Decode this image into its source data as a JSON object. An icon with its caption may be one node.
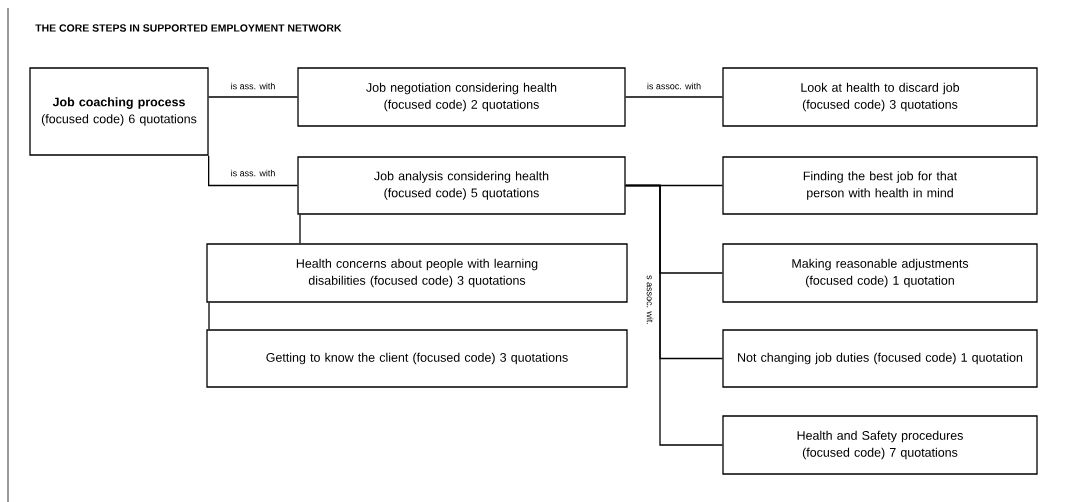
{
  "diagram": {
    "title": "THE CORE STEPS IN SUPPORTED EMPLOYMENT NETWORK",
    "nodes": [
      {
        "text": [
          "**Job coaching process** (focused code) 6 quotations"
        ]
      },
      {
        "text": [
          "Job negotiation considering health (focused code) 2 quotations"
        ]
      },
      {
        "text": [
          "Look at health to discard job (focused code) 3 quotations"
        ]
      },
      {
        "text": [
          "Job analysis considering health (focused code) 5 quotations"
        ]
      },
      {
        "text": [
          "Finding the best job for that person with health in mind"
        ]
      },
      {
        "text": [
          "Health concerns about people with learning disabilities (focused code) 3 quotations"
        ]
      },
      {
        "text": [
          "Getting to know the client (focused code) 3 quotations"
        ]
      },
      {
        "text": [
          "Making reasonable adjustments (focused code) 1 quotation"
        ]
      },
      {
        "text": [
          "Not changing job duties (focused code) 1 quotation"
        ]
      },
      {
        "text": [
          "Health and Safety procedures (focused code) 7 quotations"
        ]
      }
    ],
    "edges": [
      {
        "from": 0,
        "to": 1,
        "arrow": "none",
        "label": "is ass. with"
      },
      {
        "from": 0,
        "to": 3,
        "arrow": "none",
        "label": "is ass. with"
      },
      {
        "from": 1,
        "to": 2,
        "arrow": "none",
        "label": "is assoc. with"
      },
      {
        "from": 3,
        "to": 4,
        "arrow": "none"
      },
      {
        "from": 3,
        "to": 7,
        "arrow": "none"
      },
      {
        "from": 3,
        "to": 8,
        "arrow": "none",
        "label": "s assoc. wit."
      },
      {
        "from": 3,
        "to": 9,
        "arrow": "none"
      },
      {
        "from": 3,
        "to": 5,
        "arrow": "none"
      },
      {
        "from": 5,
        "to": 6,
        "arrow": "none"
      }
    ]
  }
}
